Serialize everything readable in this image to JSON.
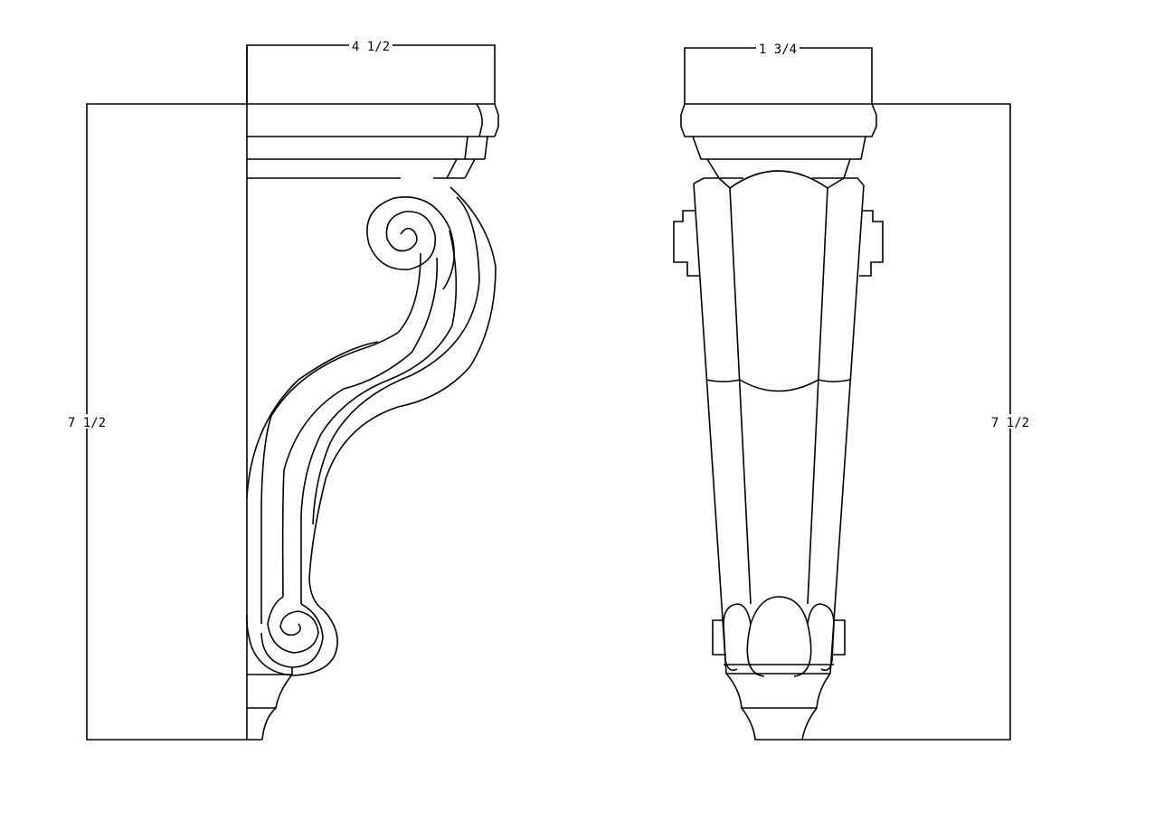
{
  "drawing": {
    "side_view": {
      "width_dimension": "4 1/2",
      "height_dimension": "7 1/2"
    },
    "front_view": {
      "width_dimension": "1 3/4",
      "height_dimension": "7 1/2"
    },
    "colors": {
      "line": "#000000",
      "background": "#ffffff"
    }
  }
}
